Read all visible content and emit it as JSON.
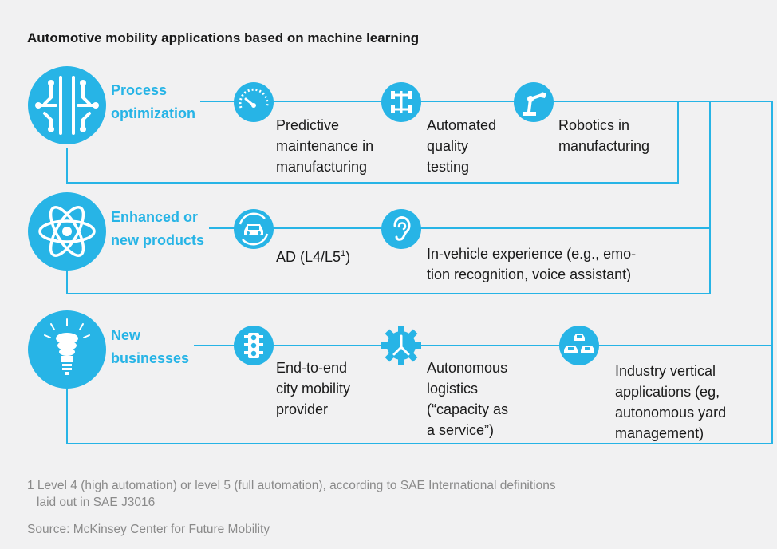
{
  "title": "Automotive mobility applications based on machine learning",
  "accent_color": "#27b4e6",
  "sections": [
    {
      "category_lines": [
        "Process",
        "optimization"
      ],
      "category_icon": "circuit-brain-icon",
      "items": [
        {
          "icon": "gauge-icon",
          "lines": [
            "Predictive",
            "maintenance in",
            "manufacturing"
          ]
        },
        {
          "icon": "chassis-icon",
          "lines": [
            "Automated",
            "quality",
            "testing"
          ]
        },
        {
          "icon": "robot-arm-icon",
          "lines": [
            "Robotics in",
            "manufacturing"
          ]
        }
      ]
    },
    {
      "category_lines": [
        "Enhanced or",
        "new products"
      ],
      "category_icon": "atom-icon",
      "items": [
        {
          "icon": "car-icon",
          "label_main": "AD (L4/L5",
          "label_sup": "1",
          "label_end": ")"
        },
        {
          "icon": "ear-icon",
          "lines": [
            "In-vehicle experience (e.g., emo-",
            "tion recognition, voice assistant)"
          ]
        }
      ]
    },
    {
      "category_lines": [
        "New",
        "businesses"
      ],
      "category_icon": "lightbulb-icon",
      "items": [
        {
          "icon": "traffic-light-icon",
          "lines": [
            "End-to-end",
            "city mobility",
            "provider"
          ]
        },
        {
          "icon": "gear-icon",
          "lines": [
            "Autonomous",
            "logistics",
            "(“capacity as",
            "a service”)"
          ]
        },
        {
          "icon": "cars-icon",
          "lines": [
            "Industry vertical",
            "applications (eg,",
            "autonomous yard",
            "management)"
          ]
        }
      ]
    }
  ],
  "footnote_lines": [
    "1 Level 4 (high automation) or level 5 (full automation), according to SAE International definitions",
    "laid out in SAE J3016"
  ],
  "source": "Source: McKinsey Center for Future Mobility"
}
